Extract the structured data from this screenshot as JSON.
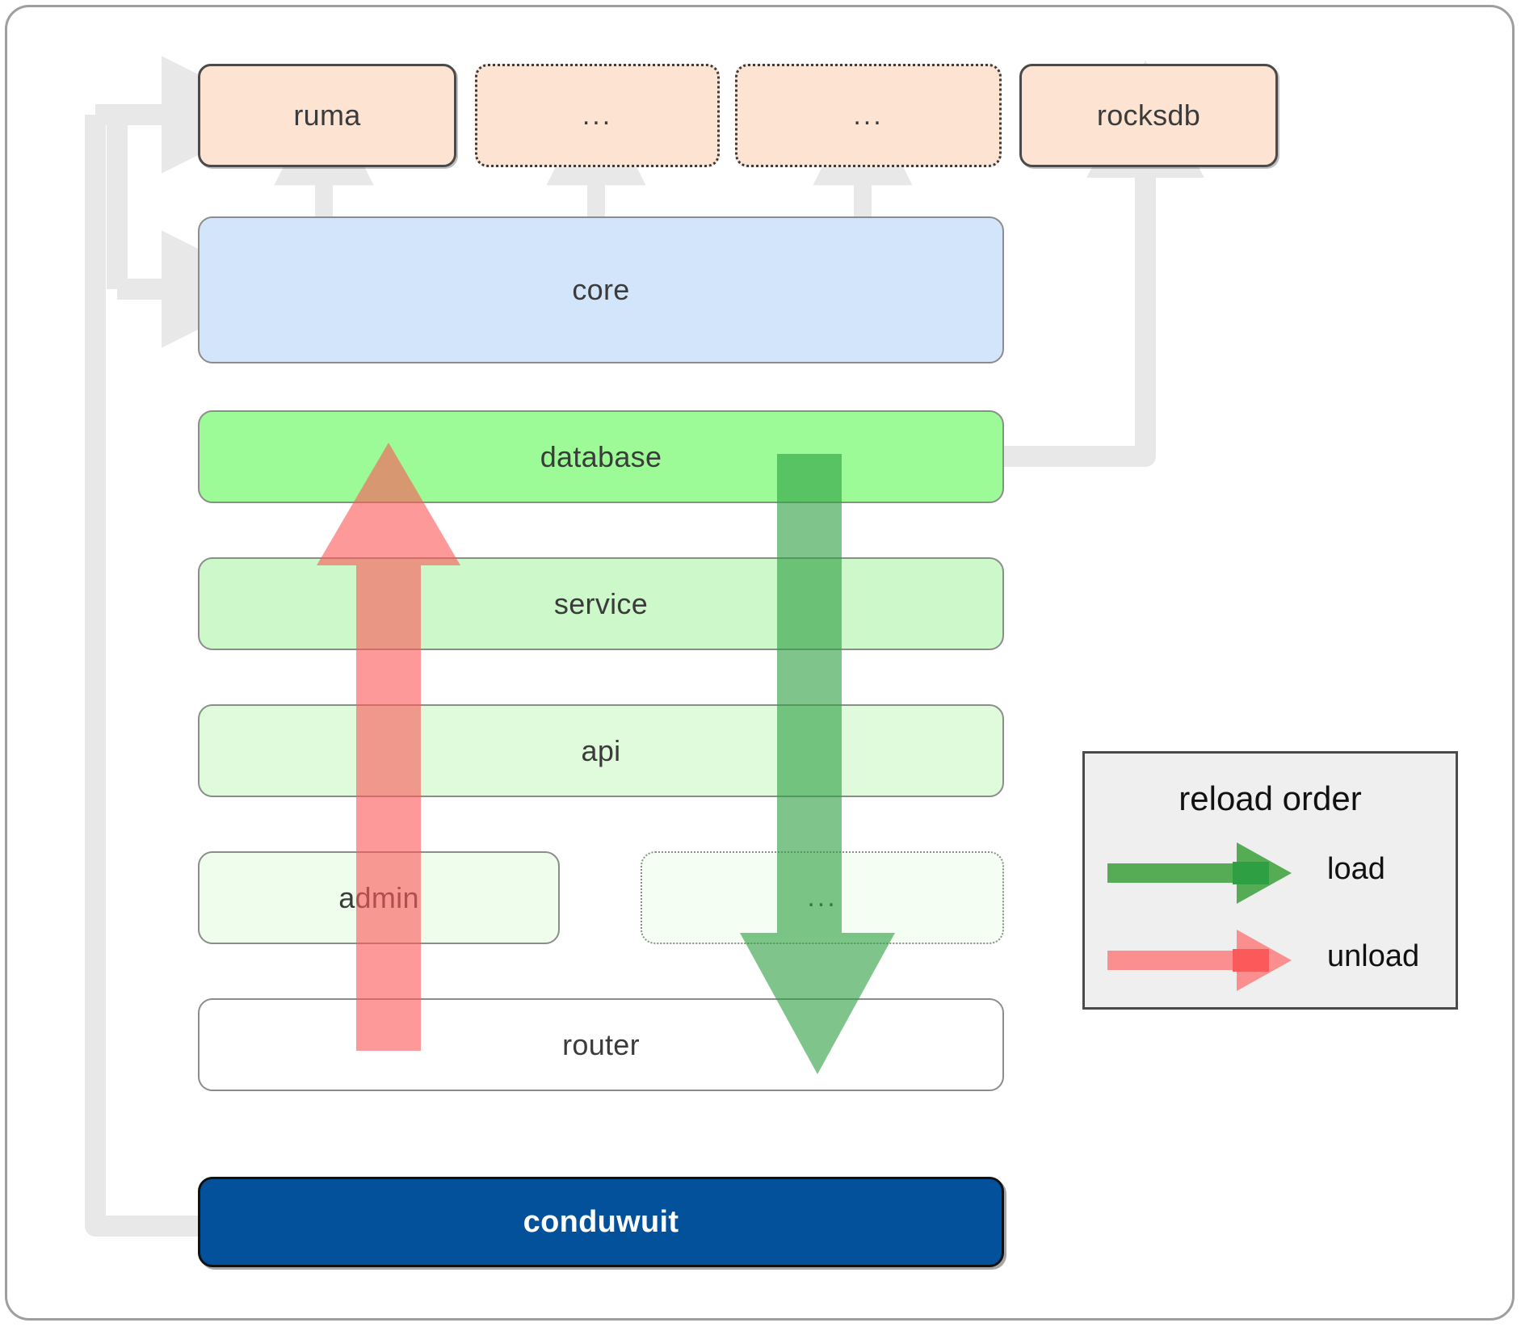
{
  "diagram": {
    "title": "conduwuit crate layering / reload order",
    "colors": {
      "dependency_fill": "#fde3d1",
      "dependency_stroke": "#4a4a4a",
      "core_fill": "#d3e5fb",
      "database_fill": "#9cfb97",
      "service_fill": "#cdf8c9",
      "api_fill": "#dffbdc",
      "admin_fill": "#eefdec",
      "router_fill": "#ffffff",
      "app_fill": "#03509b",
      "connector_grey": "#e8e8e8",
      "load_green": "#56ab55",
      "load_green_dark": "#2ea043",
      "unload_red": "#fb8e8e",
      "unload_red_dark": "#fb5a5a",
      "legend_bg": "#efefef",
      "frame_stroke": "#9e9e9e"
    },
    "dependencies": [
      {
        "id": "ruma",
        "label": "ruma",
        "style": "solid"
      },
      {
        "id": "dep2",
        "label": "...",
        "style": "dotted"
      },
      {
        "id": "dep3",
        "label": "...",
        "style": "dotted"
      },
      {
        "id": "rocksdb",
        "label": "rocksdb",
        "style": "solid"
      }
    ],
    "core": {
      "id": "core",
      "label": "core"
    },
    "stack": [
      {
        "id": "database",
        "label": "database",
        "style": "solid"
      },
      {
        "id": "service",
        "label": "service",
        "style": "solid"
      },
      {
        "id": "api",
        "label": "api",
        "style": "solid"
      },
      {
        "id": "admin",
        "label": "admin",
        "style": "solid"
      },
      {
        "id": "extra",
        "label": "...",
        "style": "dotted"
      },
      {
        "id": "router",
        "label": "router",
        "style": "solid"
      }
    ],
    "app": {
      "id": "conduwuit",
      "label": "conduwuit"
    },
    "legend": {
      "title": "reload order",
      "items": [
        {
          "id": "load",
          "label": "load",
          "color": "#56ab55"
        },
        {
          "id": "unload",
          "label": "unload",
          "color": "#fb8e8e"
        }
      ]
    }
  }
}
